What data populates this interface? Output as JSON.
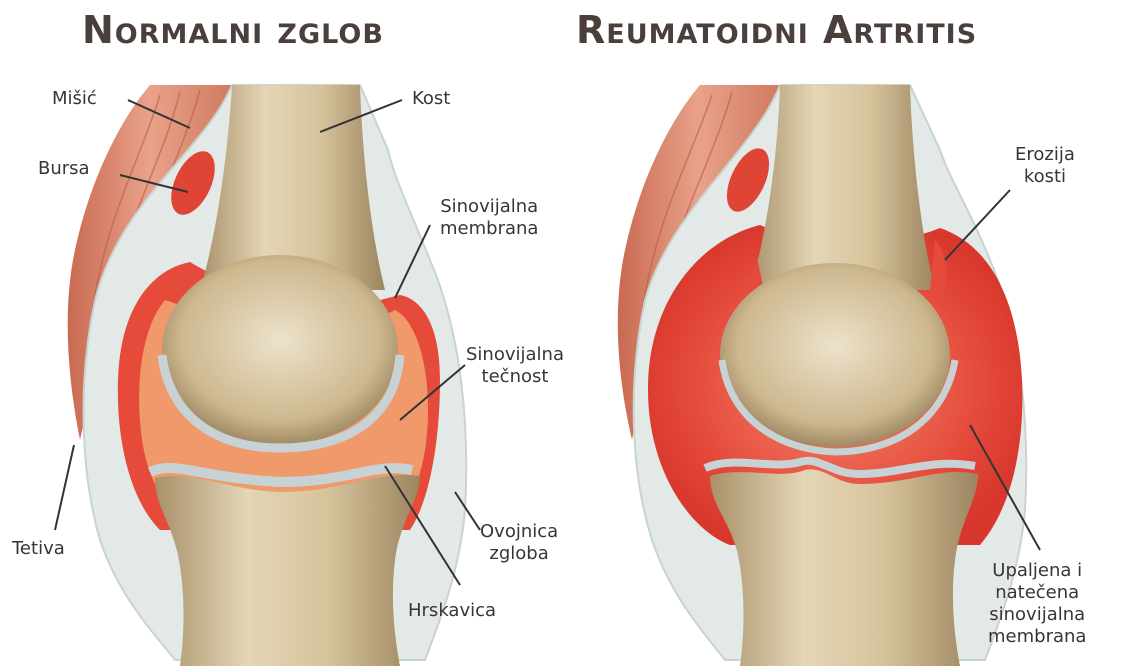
{
  "titles": {
    "left": "Normalni zglob",
    "right": "Reumatoidni Artritis"
  },
  "labels": {
    "misic": "Mišić",
    "bursa": "Bursa",
    "tetiva": "Tetiva",
    "kost": "Kost",
    "sinovijalna_membrana": [
      "Sinovijalna",
      "membrana"
    ],
    "sinovijalna_tecnost": [
      "Sinovijalna",
      "tečnost"
    ],
    "ovojnica_zgloba": [
      "Ovojnica",
      "zgloba"
    ],
    "hrskavica": "Hrskavica",
    "erozija_kosti": [
      "Erozija",
      "kosti"
    ],
    "upaljena_membrana": [
      "Upaljena i",
      "natečena",
      "sinovijalna",
      "membrana"
    ]
  },
  "colors": {
    "title": "#4a3f3a",
    "bone": "#d8c7a3",
    "bone_shadow": "#a8916a",
    "muscle": "#d9836a",
    "capsule": "#dfe6e3",
    "synovium": "#e5473a",
    "fluid": "#f0a070",
    "cartilage": "#c6d2d4"
  }
}
